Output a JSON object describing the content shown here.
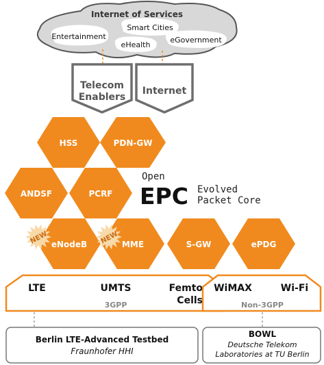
{
  "cloud": {
    "title": "Internet of Services",
    "entertainment": "Entertainment",
    "smart_cities": "Smart Cities",
    "ehealth": "eHealth",
    "egovernment": "eGovernment"
  },
  "pillars": {
    "telecom_line1": "Telecom",
    "telecom_line2": "Enablers",
    "internet": "Internet"
  },
  "hexes": {
    "hss": "HSS",
    "pdn_gw": "PDN-GW",
    "andsf": "ANDSF",
    "pcrf": "PCRF",
    "enodeb": "eNodeB",
    "mme": "MME",
    "s_gw": "S-GW",
    "epdg": "ePDG"
  },
  "badges": {
    "new": "NEW"
  },
  "epc": {
    "open": "Open",
    "acronym": "EPC",
    "line1": "Evolved",
    "line2": "Packet Core"
  },
  "access_3gpp": {
    "lte": "LTE",
    "umts": "UMTS",
    "femto_line1": "Femto",
    "femto_line2": "Cells",
    "label": "3GPP"
  },
  "access_non3gpp": {
    "wimax": "WiMAX",
    "wifi": "Wi-Fi",
    "label": "Non-3GPP"
  },
  "testbeds": {
    "berlin_title": "Berlin LTE-Advanced Testbed",
    "berlin_sub": "Fraunhofer HHI",
    "bowl_title": "BOWL",
    "bowl_sub1": "Deutsche Telekom",
    "bowl_sub2": "Laboratories at TU Berlin"
  },
  "colors": {
    "orange": "#F08A1E",
    "grey": "#6E6E6E",
    "cloud_fill": "#D8D8D8",
    "badge_fill": "#F8D9A8",
    "badge_text": "#C86A12"
  }
}
